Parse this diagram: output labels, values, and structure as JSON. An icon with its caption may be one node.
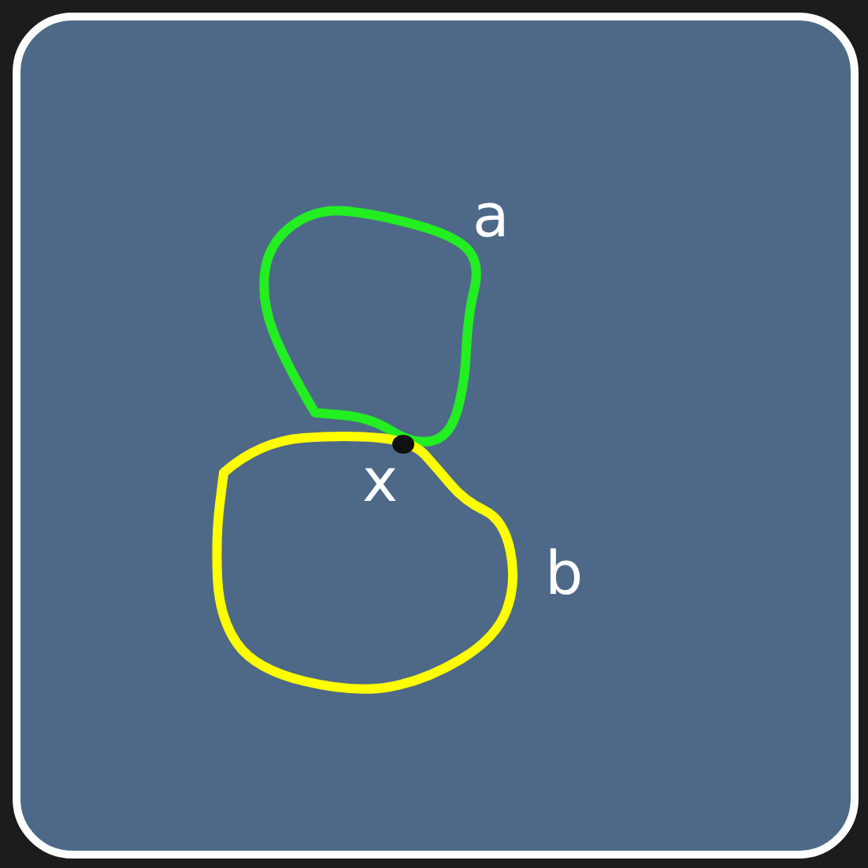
{
  "diagram": {
    "nodes": [
      {
        "text": [],
        "shape": "blob",
        "beside": [
          "a"
        ]
      },
      {
        "text": [],
        "shape": "blob",
        "beside": [
          "b"
        ]
      }
    ],
    "labels": [
      "x"
    ]
  }
}
